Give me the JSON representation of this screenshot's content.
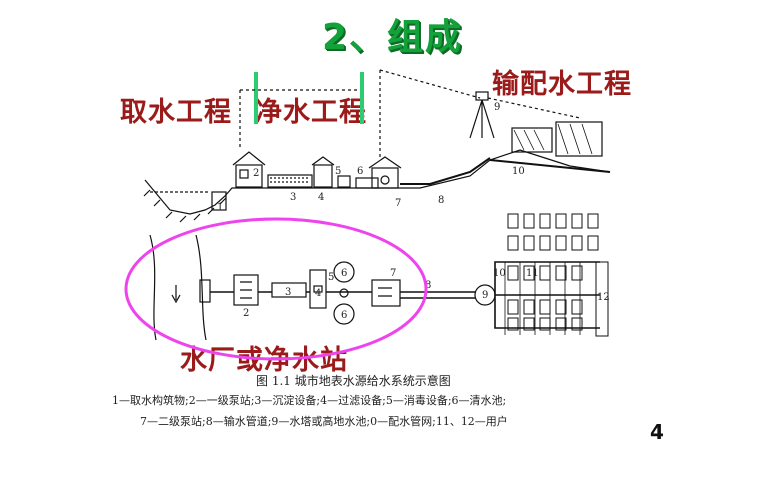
{
  "title": "2、组成",
  "labels": {
    "intake": "取水工程",
    "purify": "净水工程",
    "distribution": "输配水工程",
    "plant": "水厂或净水站"
  },
  "figure": {
    "caption_title": "图 1.1   城市地表水源给水系统示意图",
    "legend_line1": "1—取水构筑物;2—一级泵站;3—沉淀设备;4—过滤设备;5—消毒设备;6—清水池;",
    "legend_line2": "7—二级泵站;8—输水管道;9—水塔或高地水池;0—配水管网;11、12—用户",
    "numbers": {
      "n1": "1",
      "n2": "2",
      "n3": "3",
      "n4": "4",
      "n5": "5",
      "n6": "6",
      "n7": "7",
      "n8": "8",
      "n9": "9",
      "n10": "10",
      "n11": "11",
      "n12": "12"
    }
  },
  "page_number": "4",
  "colors": {
    "title_green": "#13a13a",
    "label_red": "#9b1a1a",
    "divider_green": "#2ecc71",
    "ellipse_magenta": "#ee44ee"
  }
}
